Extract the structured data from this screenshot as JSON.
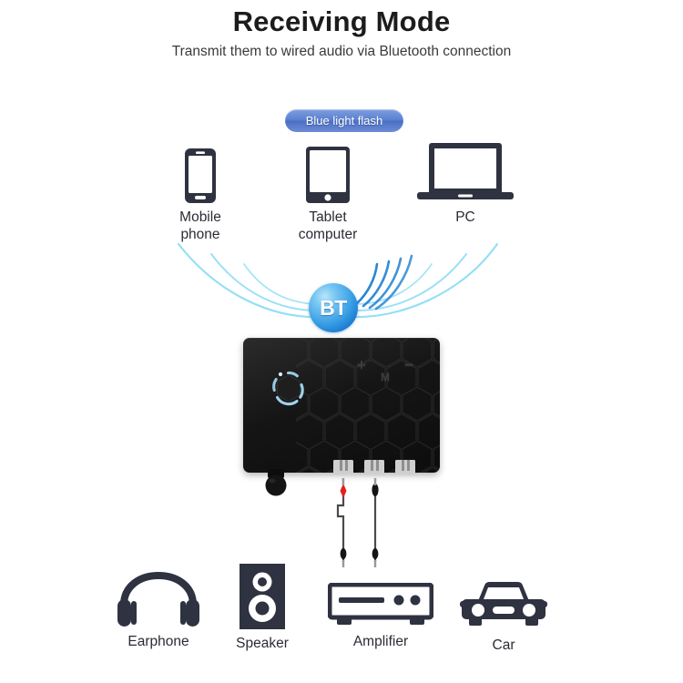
{
  "page": {
    "title": "Receiving Mode",
    "subtitle": "Transmit them to wired audio via\nBluetooth connection",
    "background_color": "#ffffff"
  },
  "badge": {
    "label": "Blue light flash",
    "color": "#5a7fd0"
  },
  "bt_node": {
    "label": "BT",
    "icon": "bluetooth-sphere-icon",
    "color": "#3aa0e6",
    "signal_arc_color": "#7fd8f0"
  },
  "sources": {
    "heading_implied": "input devices",
    "items": [
      {
        "label": "Mobile\nphone",
        "icon": "mobile-phone-icon"
      },
      {
        "label": "Tablet\ncomputer",
        "icon": "tablet-icon"
      },
      {
        "label": "PC",
        "icon": "laptop-icon"
      }
    ]
  },
  "device": {
    "name": "bluetooth-audio-receiver",
    "body_color": "#151515",
    "ring_color": "#9fd8f5",
    "buttons": [
      {
        "label": "+",
        "name": "volume-up-button"
      },
      {
        "label": "M",
        "name": "mode-button"
      },
      {
        "label": "−",
        "name": "volume-down-button"
      }
    ],
    "ports": {
      "rca_count": 3,
      "rca_color": "#c9c9c9",
      "antenna": "antenna-knob"
    },
    "cables": [
      {
        "name": "rca-cable-red",
        "color": "#e02020"
      },
      {
        "name": "rca-cable-black",
        "color": "#1a1a1a"
      }
    ]
  },
  "outputs": {
    "items": [
      {
        "label": "Earphone",
        "icon": "headphone-icon"
      },
      {
        "label": "Speaker",
        "icon": "speaker-icon"
      },
      {
        "label": "Amplifier",
        "icon": "amplifier-icon"
      },
      {
        "label": "Car",
        "icon": "car-icon"
      }
    ],
    "icon_color": "#2f3240"
  }
}
